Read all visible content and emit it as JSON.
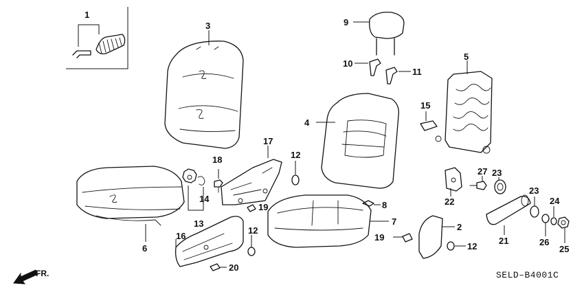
{
  "diagram": {
    "code": "SELD–B4001C",
    "direction_label": "FR."
  },
  "callouts": {
    "c1": "1",
    "c2": "2",
    "c3": "3",
    "c4": "4",
    "c5": "5",
    "c6": "6",
    "c7": "7",
    "c8": "8",
    "c9": "9",
    "c10": "10",
    "c11": "11",
    "c12a": "12",
    "c12b": "12",
    "c12c": "12",
    "c13": "13",
    "c14": "14",
    "c15": "15",
    "c16": "16",
    "c17": "17",
    "c18": "18",
    "c19a": "19",
    "c19b": "19",
    "c20": "20",
    "c21": "21",
    "c22": "22",
    "c23a": "23",
    "c23b": "23",
    "c24": "24",
    "c25": "25",
    "c26": "26",
    "c27": "27"
  }
}
